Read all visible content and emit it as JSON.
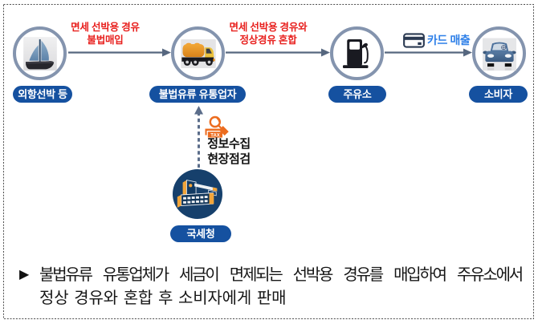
{
  "flow": {
    "nodes": [
      {
        "id": "vessel",
        "label": "외항선박 등",
        "icon": "sailboat-icon"
      },
      {
        "id": "distributor",
        "label": "불법유류 유통업자",
        "icon": "tanker-truck-icon"
      },
      {
        "id": "gas-station",
        "label": "주유소",
        "icon": "fuel-pump-icon"
      },
      {
        "id": "consumer",
        "label": "소비자",
        "icon": "car-icon"
      }
    ],
    "edges": [
      {
        "line1": "면세 선박용 경유",
        "line2": "불법매입"
      },
      {
        "line1": "면세 선박용 경유와",
        "line2": "정상경유 혼합"
      },
      {
        "label": "카드 매출",
        "icon": "credit-card-icon"
      }
    ]
  },
  "inspection": {
    "agency": "국세청",
    "tag": "TAX",
    "line1": "정보수집",
    "line2": "현장점검"
  },
  "summary": {
    "marker": "▶",
    "line1": "불법유류 유통업체가 세금이 면제되는 선박용 경유를 매입하여 주유소에서",
    "line2": "정상 경유와 혼합 후 소비자에게 판매"
  },
  "colors": {
    "pill_blue": "#1551a0",
    "agency_navy": "#16406c",
    "circle_border": "#8494ae",
    "arrow": "#56677f",
    "edge_red": "#e8201e",
    "card_blue": "#2f80e8",
    "inspect_orange": "#ec6c1f",
    "building_orange": "#f2a53a"
  }
}
